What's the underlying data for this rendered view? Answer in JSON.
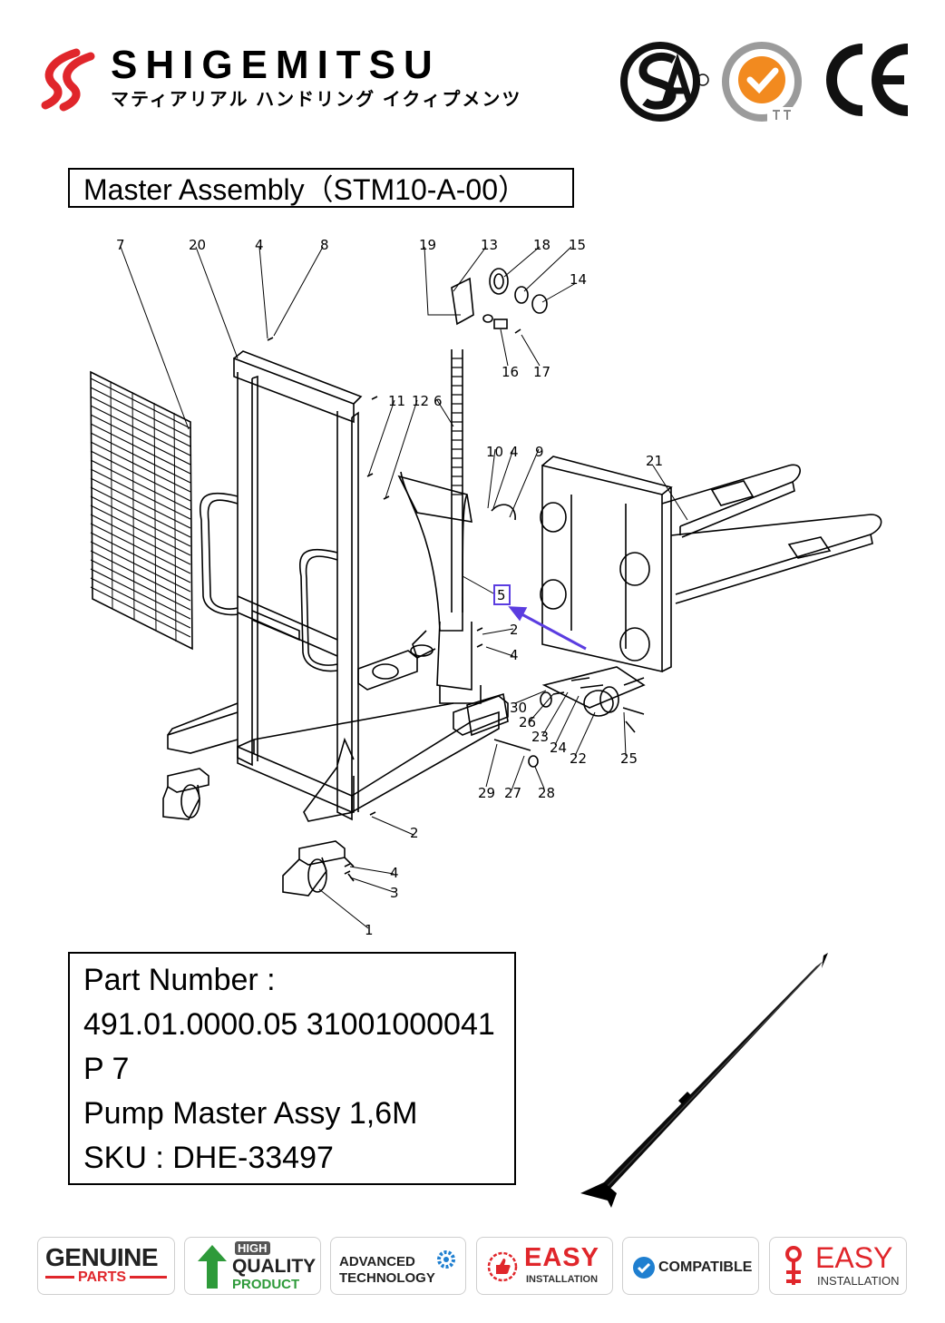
{
  "header": {
    "brand_name": "SHIGEMITSU",
    "brand_subtitle": "マティアリアル ハンドリング イクィプメンツ",
    "cert_logos": [
      "csa-icon",
      "iso-sgs-icon",
      "ce-icon"
    ]
  },
  "title": "Master Assembly（STM10-A-00）",
  "diagram": {
    "callouts": [
      "7",
      "20",
      "4",
      "8",
      "19",
      "13",
      "18",
      "15",
      "14",
      "16",
      "17",
      "11",
      "12",
      "6",
      "10",
      "4",
      "9",
      "21",
      "5",
      "2",
      "4",
      "30",
      "26",
      "23",
      "24",
      "22",
      "25",
      "29",
      "27",
      "28",
      "2",
      "4",
      "3",
      "1"
    ],
    "highlight_callout": "5",
    "colors": {
      "highlight": "#5b3de0",
      "line": "#000000"
    }
  },
  "part_info": {
    "label": "Part Number :",
    "number": "491.01.0000.05 31001000041",
    "position": "P 7",
    "name": "Pump Master Assy 1,6M",
    "sku": "SKU : DHE-33497"
  },
  "badges": [
    {
      "line1": "GENUINE",
      "line2": "PARTS"
    },
    {
      "line0": "HIGH",
      "line1": "QUALITY",
      "line2": "PRODUCT"
    },
    {
      "line1": "ADVANCED",
      "line2": "TECHNOLOGY"
    },
    {
      "line1": "EASY",
      "line2": "INSTALLATION"
    },
    {
      "line1": "COMPATIBLE"
    },
    {
      "line1": "EASY",
      "line2": "INSTALLATION"
    }
  ],
  "colors": {
    "brand_red": "#e0262b",
    "orange": "#f28a1f",
    "green": "#2e9a3a",
    "blue": "#1f7fd0"
  }
}
